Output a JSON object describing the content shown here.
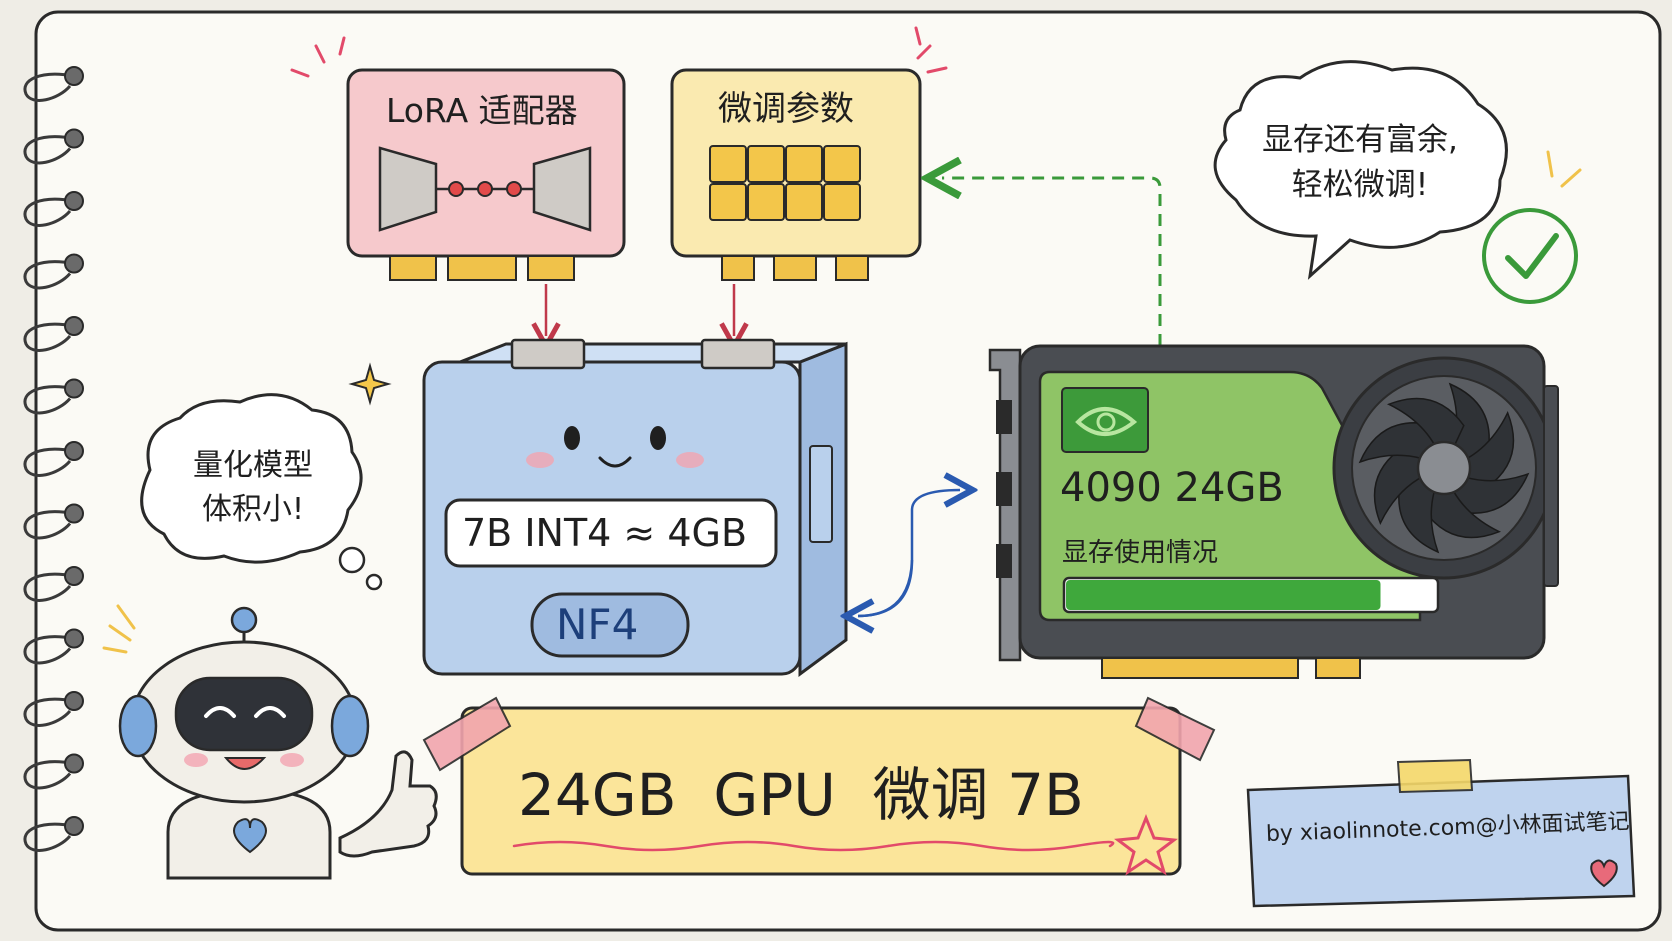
{
  "lora": {
    "title": "LoRA 适配器"
  },
  "params": {
    "title": "微调参数"
  },
  "model": {
    "size_label": "7B INT4 ≈ 4GB",
    "format_badge": "NF4"
  },
  "gpu": {
    "label": "4090 24GB",
    "usage_label": "显存使用情况",
    "usage_fraction": 0.85
  },
  "bubbles": {
    "model_note_line1": "量化模型",
    "model_note_line2": "体积小!",
    "gpu_note_line1": "显存还有富余,",
    "gpu_note_line2": "轻松微调!"
  },
  "banner": {
    "title": "24GB  GPU  微调 7B"
  },
  "credit": {
    "text": "by xiaolinnote.com@小林面试笔记"
  },
  "colors": {
    "lora_card": "#f6c9cc",
    "params_card": "#faeab0",
    "model_box": "#b9d0ec",
    "gpu_board": "#8fc466",
    "gpu_shell": "#4a4d52",
    "banner": "#fbe59a",
    "credit_card": "#bfd3ee",
    "check": "#3a9a3a"
  }
}
